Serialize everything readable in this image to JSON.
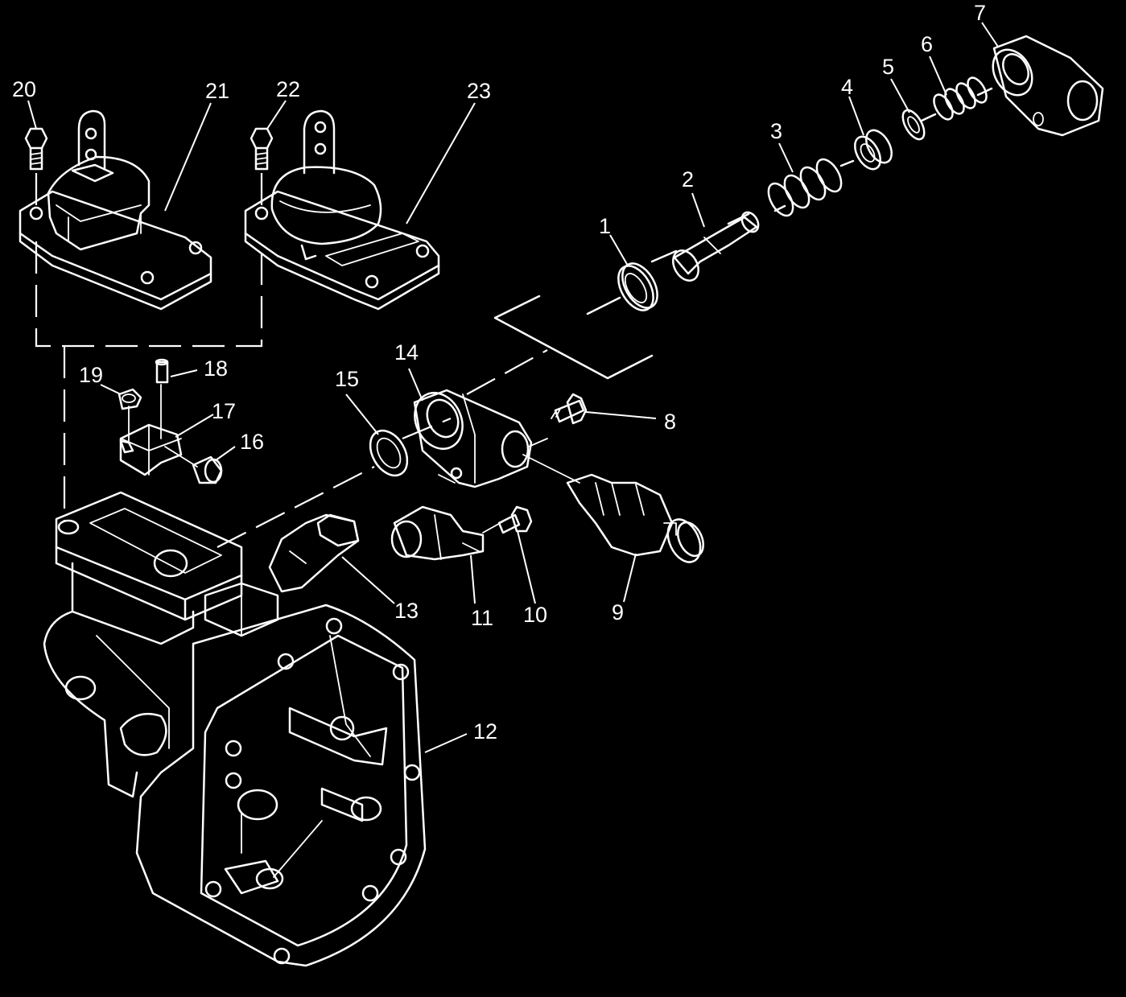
{
  "callouts": [
    {
      "id": "1",
      "text": "1"
    },
    {
      "id": "2",
      "text": "2"
    },
    {
      "id": "3",
      "text": "3"
    },
    {
      "id": "4",
      "text": "4"
    },
    {
      "id": "5",
      "text": "5"
    },
    {
      "id": "6",
      "text": "6"
    },
    {
      "id": "7",
      "text": "7"
    },
    {
      "id": "8",
      "text": "8"
    },
    {
      "id": "9",
      "text": "9"
    },
    {
      "id": "10",
      "text": "10"
    },
    {
      "id": "11",
      "text": "11"
    },
    {
      "id": "12",
      "text": "12"
    },
    {
      "id": "13",
      "text": "13"
    },
    {
      "id": "14",
      "text": "14"
    },
    {
      "id": "15",
      "text": "15"
    },
    {
      "id": "16",
      "text": "16"
    },
    {
      "id": "17",
      "text": "17"
    },
    {
      "id": "18",
      "text": "18"
    },
    {
      "id": "19",
      "text": "19"
    },
    {
      "id": "20",
      "text": "20"
    },
    {
      "id": "21",
      "text": "21"
    },
    {
      "id": "22",
      "text": "22"
    },
    {
      "id": "23",
      "text": "23"
    }
  ],
  "colors": {
    "background": "#000000",
    "line": "#ffffff"
  }
}
